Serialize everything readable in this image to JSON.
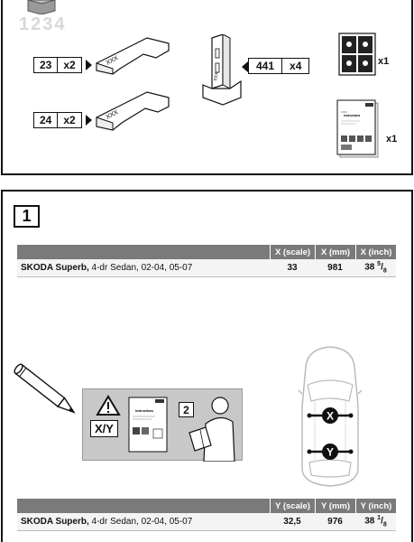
{
  "parts_panel": {
    "watermark": "1234",
    "parts": [
      {
        "code": "23",
        "qty": "x2",
        "mark": "XXX"
      },
      {
        "code": "24",
        "qty": "x2",
        "mark": "XXX"
      },
      {
        "code": "441",
        "qty": "x4"
      }
    ],
    "accessories": [
      {
        "qty": "x1",
        "name": "sticker-sheet"
      },
      {
        "qty": "x1",
        "name": "instruction-booklet",
        "booklet_title": "Instructions"
      }
    ]
  },
  "step_panel": {
    "step_number": "1",
    "table_x": {
      "headers": [
        "X (scale)",
        "X (mm)",
        "X (inch)"
      ],
      "row": {
        "brand": "SKODA Superb,",
        "details": " 4-dr Sedan, 02-04, 05-07",
        "scale": "33",
        "mm": "981",
        "inch_whole": "38",
        "inch_num": "5",
        "inch_den": "8"
      }
    },
    "illustration": {
      "warning_label": "X/Y",
      "step_ref": "2",
      "booklet_title": "Instructions",
      "car_marks": [
        "X",
        "Y"
      ]
    },
    "table_y": {
      "headers": [
        "Y (scale)",
        "Y (mm)",
        "Y (inch)"
      ],
      "row": {
        "brand": "SKODA Superb,",
        "details": " 4-dr Sedan, 02-04, 05-07",
        "scale": "32,5",
        "mm": "976",
        "inch_whole": "38",
        "inch_num": "1",
        "inch_den": "8"
      }
    }
  }
}
